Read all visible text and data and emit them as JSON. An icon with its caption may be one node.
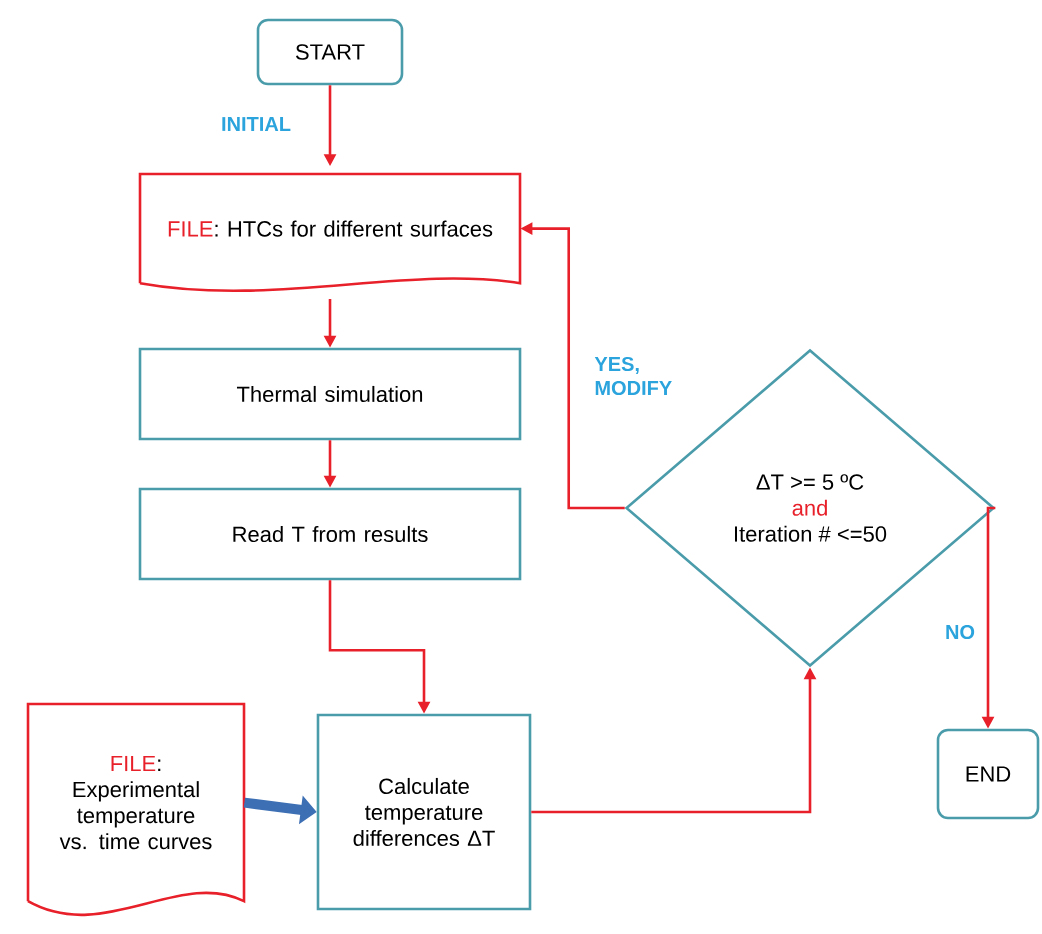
{
  "diagram": {
    "nodes": [
      {
        "text": [
          "START"
        ]
      },
      {
        "text": [
          "FILE",
          ": HTCs for different surfaces"
        ]
      },
      {
        "text": [
          "Thermal simulation"
        ]
      },
      {
        "text": [
          "Read T from results"
        ]
      },
      {
        "text": [
          "FILE",
          ":",
          "Experimental temperature vs. time curves"
        ]
      },
      {
        "text": [
          "Calculate temperature differences ΔT"
        ]
      },
      {
        "text": [
          "ΔT >= 5 ºC",
          "and",
          "Iteration # <=50"
        ]
      },
      {
        "text": [
          "END"
        ]
      }
    ],
    "edges": [
      {
        "from": 0,
        "to": 1,
        "arrow": "to",
        "label": "INITIAL"
      },
      {
        "from": 1,
        "to": 2,
        "arrow": "to"
      },
      {
        "from": 2,
        "to": 3,
        "arrow": "to"
      },
      {
        "from": 3,
        "to": 5,
        "arrow": "to"
      },
      {
        "from": 4,
        "to": 5,
        "arrow": "to",
        "style": "thick",
        "color": "#3d6fb4"
      },
      {
        "from": 5,
        "to": 6,
        "arrow": "to"
      },
      {
        "from": 6,
        "to": 1,
        "arrow": "to",
        "label": "YES, MODIFY"
      },
      {
        "from": 6,
        "to": 7,
        "arrow": "to",
        "label": "NO"
      }
    ]
  }
}
